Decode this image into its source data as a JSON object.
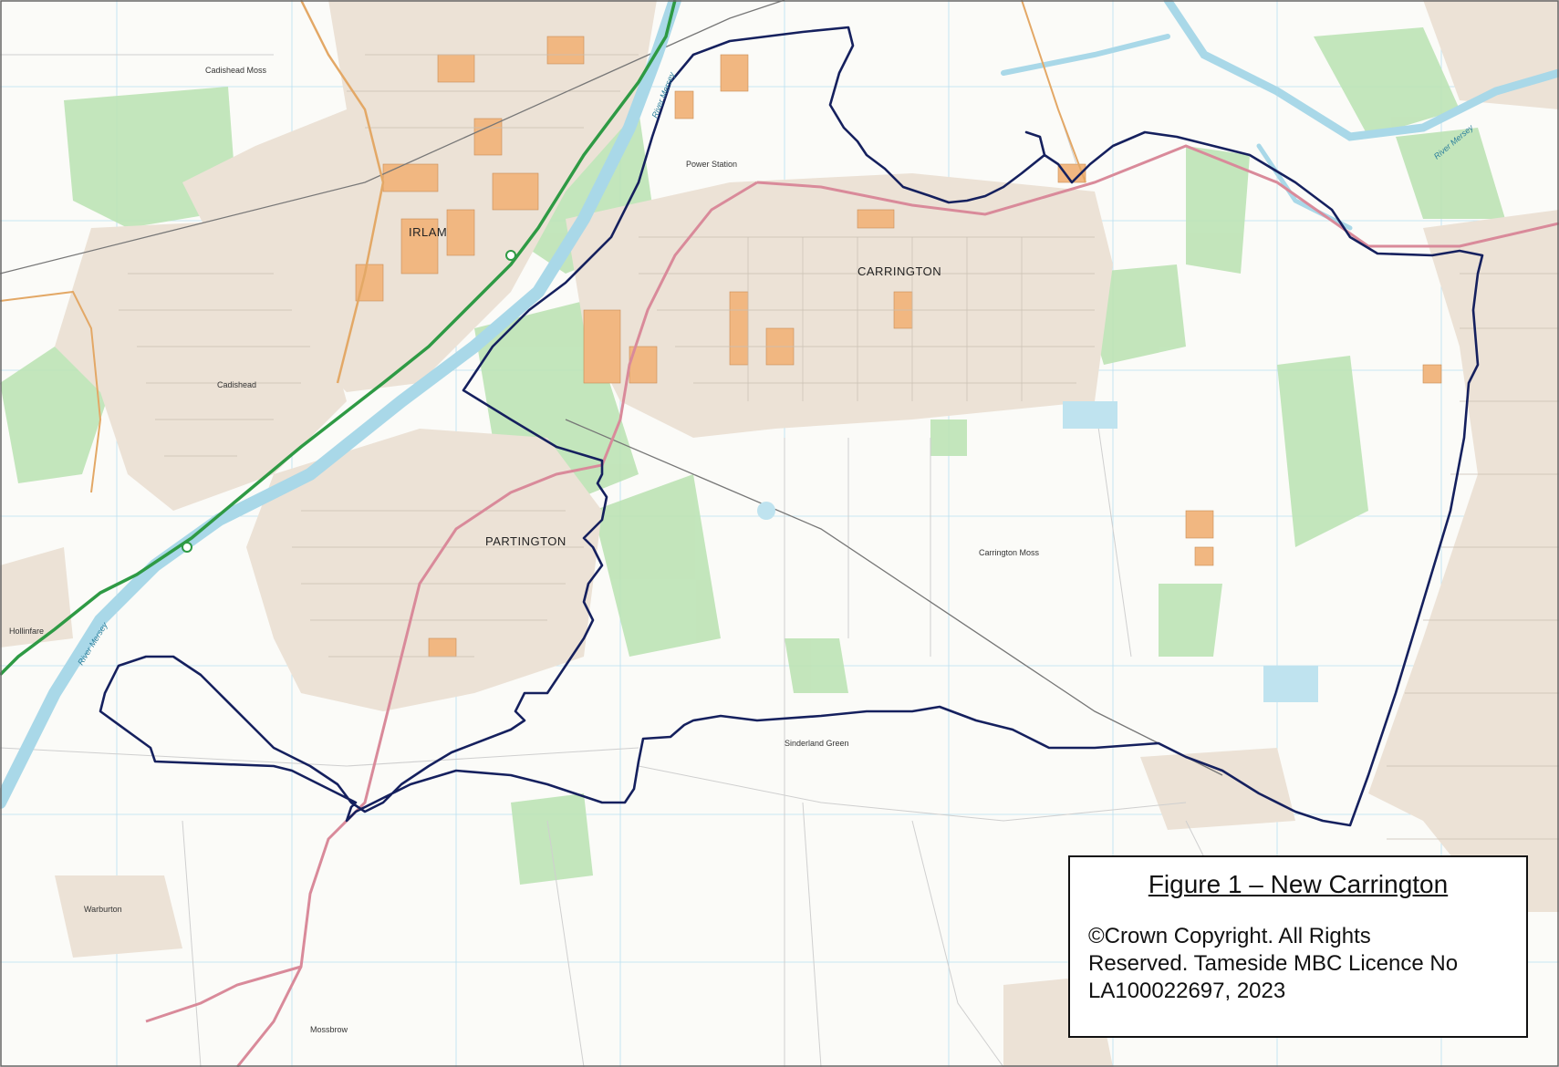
{
  "figure": {
    "title": "Figure 1 – New Carrington",
    "copyright_lines": [
      "©Crown Copyright.  All Rights",
      "Reserved. Tameside MBC Licence No",
      "LA100022697, 2023"
    ]
  },
  "map": {
    "major_places": [
      "IRLAM",
      "CARRINGTON",
      "PARTINGTON"
    ],
    "minor_places": [
      "Cadishead Moss",
      "Cadishead",
      "Hollinfare",
      "Carrington Moss",
      "Sinderland Green",
      "Warburton",
      "Mossbrow",
      "Power Station"
    ],
    "river_labels": [
      "River Mersey",
      "River Mersey",
      "River Mersey"
    ],
    "colors": {
      "boundary": "#15205e",
      "river": "#a9d8e8",
      "woodland": "#a8dca3",
      "a_road": "#d98a9a",
      "motorway": "#2e9a44",
      "urban": "#e7d9c9",
      "buildings": "#f0b27a",
      "grid": "#8fc9e6"
    }
  }
}
